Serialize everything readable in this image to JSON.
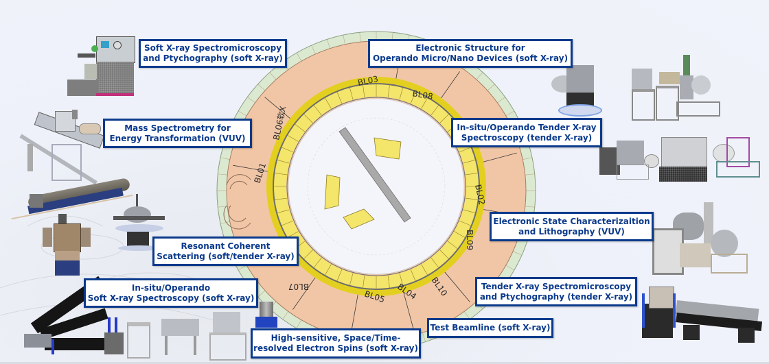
{
  "colors": {
    "label_border": "#0b3a8c",
    "label_text": "#0b3a8c",
    "ring_orange": "#f1c6a6",
    "ring_green": "#dbe9d1",
    "ring_yellow": "#f4e56b",
    "ring_yellow_dark": "#e3cf1f",
    "background": "#eef1f9"
  },
  "labels": [
    {
      "id": "soft-xray-spectromicroscopy",
      "lines": [
        "Soft X-ray Spectromicroscopy",
        "and Ptychography (soft X-ray)"
      ]
    },
    {
      "id": "electronic-structure-operando",
      "lines": [
        "Electronic Structure for",
        "Operando Micro/Nano Devices (soft X-ray)"
      ]
    },
    {
      "id": "mass-spectrometry",
      "lines": [
        "Mass Spectrometry for",
        "Energy Transformation (VUV)"
      ]
    },
    {
      "id": "insitu-tender-xray",
      "lines": [
        "In-situ/Operando Tender X-ray",
        "Spectroscopy (tender X-ray)"
      ]
    },
    {
      "id": "electronic-state-lithography",
      "lines": [
        "Electronic State Characterizaition",
        "and Lithography (VUV)"
      ]
    },
    {
      "id": "resonant-coherent-scattering",
      "lines": [
        "Resonant Coherent",
        "Scattering (soft/tender X-ray)"
      ]
    },
    {
      "id": "insitu-soft-xray",
      "lines": [
        "In-situ/Operando",
        "Soft X-ray Spectroscopy (soft X-ray)"
      ]
    },
    {
      "id": "tender-xray-spectromicroscopy",
      "lines": [
        "Tender X-ray Spectromicroscopy",
        "and Ptychography (tender X-ray)"
      ]
    },
    {
      "id": "test-beamline",
      "lines": [
        "Test Beamline (soft X-ray)"
      ]
    },
    {
      "id": "electron-spins",
      "lines": [
        "High-sensitive, Space/Time-",
        "resolved Electron Spins (soft X-ray)"
      ]
    }
  ],
  "beamlines": [
    "BL01",
    "BL02",
    "BL03",
    "BL04",
    "BL05",
    "BL06",
    "BL07",
    "BL08",
    "BL09",
    "BL10"
  ],
  "beamline_annotations": {
    "BL06": "软X"
  },
  "equipment_icons": [
    "soft-xray-microscope-endstation",
    "mass-spectrometry-endstation",
    "long-chamber-endstation",
    "coherent-scattering-chamber",
    "diffractometer-endstation",
    "soft-xray-spectroscopy-endstations",
    "operando-device-endstations",
    "tender-xray-endstations",
    "electronic-state-endstation",
    "tender-spectromicroscopy-endstation",
    "spin-detector-endstation"
  ]
}
